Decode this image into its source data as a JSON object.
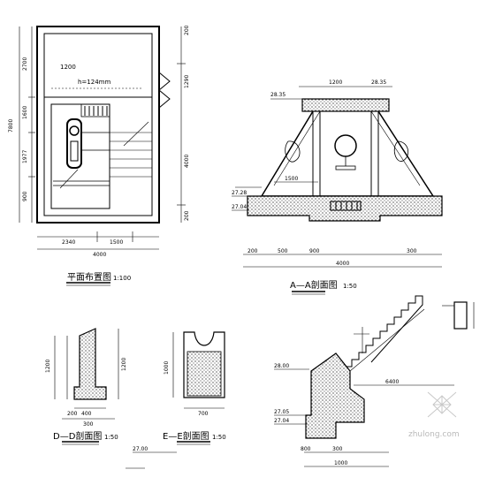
{
  "drawings": {
    "plan": {
      "title": "平面布置图",
      "scale": "1:100",
      "label_room": "1200",
      "label_depth": "h=124mm",
      "dims_left": [
        "7800",
        "2700",
        "1600",
        "1977",
        "900"
      ],
      "dims_right": [
        "200",
        "1290",
        "4000",
        "200"
      ],
      "dims_bottom": [
        "2340",
        "1500",
        "4000"
      ]
    },
    "section_aa": {
      "title": "A—A剖面图",
      "scale": "1:50",
      "top_dims": [
        "1200",
        "28.35"
      ],
      "elevations": [
        "28.35",
        "27.28",
        "27.04"
      ],
      "mid_dim": "1500",
      "bottom_dims": [
        "200",
        "500",
        "900",
        "300",
        "4000"
      ]
    },
    "section_dd": {
      "title": "D—D剖面图",
      "scale": "1:50",
      "dims": [
        "1200",
        "1200",
        "400",
        "200",
        "300"
      ]
    },
    "section_ee": {
      "title": "E—E剖面图",
      "scale": "1:50",
      "dims": [
        "1000",
        "700"
      ],
      "elevation": "27.00"
    },
    "section_stair": {
      "dims_bottom": [
        "800",
        "300",
        "1000"
      ],
      "elevations": [
        "28.00",
        "27.05",
        "27.04"
      ],
      "long_dim": "6400"
    },
    "watermark": "zhulong.com"
  }
}
